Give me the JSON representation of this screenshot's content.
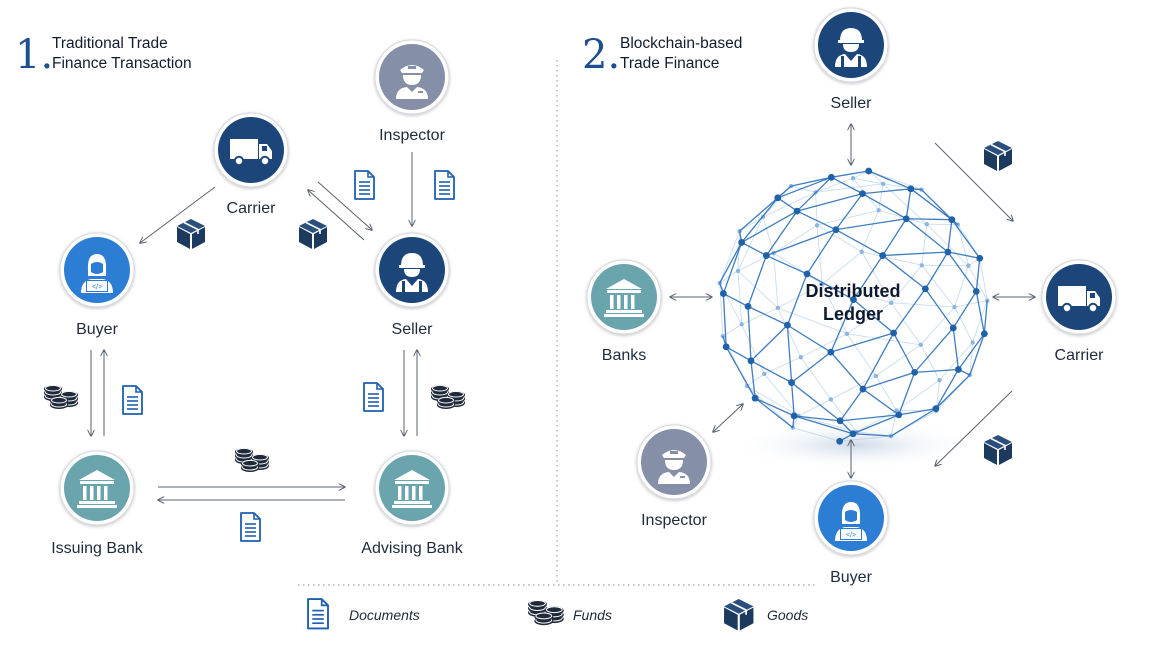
{
  "section1": {
    "number": "1.",
    "title_line1": "Traditional Trade",
    "title_line2": "Finance Transaction"
  },
  "section2": {
    "number": "2.",
    "title_line1": "Blockchain-based",
    "title_line2": "Trade Finance"
  },
  "nodes1": {
    "inspector": "Inspector",
    "carrier": "Carrier",
    "buyer": "Buyer",
    "seller": "Seller",
    "issuing_bank": "Issuing Bank",
    "advising_bank": "Advising Bank"
  },
  "nodes2": {
    "seller": "Seller",
    "banks": "Banks",
    "carrier": "Carrier",
    "inspector": "Inspector",
    "buyer": "Buyer"
  },
  "ledger": {
    "line1": "Distributed",
    "line2": "Ledger"
  },
  "legend": {
    "documents": "Documents",
    "funds": "Funds",
    "goods": "Goods"
  },
  "icons": {
    "inspector": "inspector-icon",
    "carrier": "truck-icon",
    "buyer": "developer-icon",
    "seller": "worker-icon",
    "bank": "bank-icon",
    "document": "document-icon",
    "funds": "coins-icon",
    "goods": "box-icon"
  },
  "colors": {
    "navy": "#1c4679",
    "blue": "#2c7dd4",
    "teal": "#6aa5ae",
    "gray": "#858fa8",
    "accent": "#1d4e8f"
  }
}
